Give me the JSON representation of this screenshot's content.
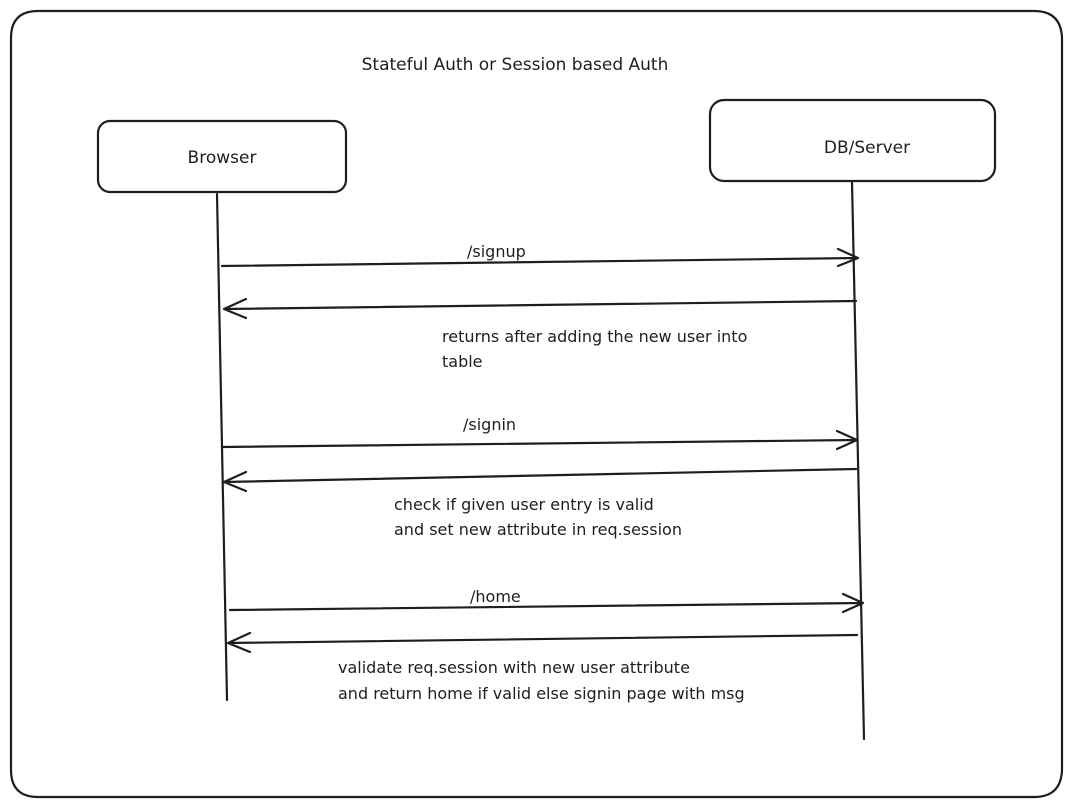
{
  "title": "Stateful Auth or Session based Auth",
  "actors": {
    "browser": "Browser",
    "server": "DB/Server"
  },
  "messages": [
    {
      "label": "/signup",
      "response_lines": [
        "returns after adding the new user into",
        "table"
      ]
    },
    {
      "label": "/signin",
      "response_lines": [
        "check if given user entry is valid",
        "and set new attribute in req.session"
      ]
    },
    {
      "label": "/home",
      "response_lines": [
        "validate req.session with new user attribute",
        "and return home if valid else signin page with msg"
      ]
    }
  ],
  "colors": {
    "ink": "#1e1e1e",
    "background": "#ffffff"
  }
}
